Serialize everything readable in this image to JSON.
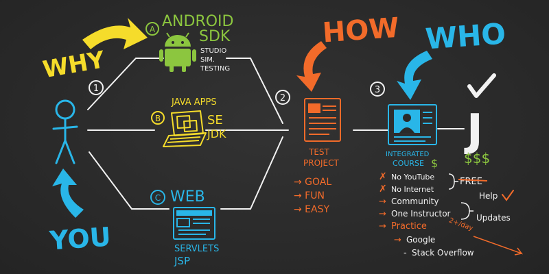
{
  "colors": {
    "background": "#2a2a2a",
    "yellow": "#f5dc2b",
    "green": "#8cc63f",
    "blue": "#29b6e8",
    "orange": "#f26b2a",
    "white": "#f2f2f2"
  },
  "headings": {
    "why": "WHY",
    "you": "YOU",
    "how": "HOW",
    "who": "WHO"
  },
  "android": {
    "marker": "A",
    "title": "ANDROID",
    "subtitle": "SDK",
    "notes": [
      "STUDIO",
      "SIM.",
      "TESTING"
    ],
    "icon": "android-robot-icon"
  },
  "java": {
    "marker": "B",
    "title": "JAVA APPS",
    "se": "SE",
    "jdk": "JDK",
    "icon": "laptop-icon"
  },
  "web": {
    "marker": "C",
    "title": "WEB",
    "servlets": "SERVLETS",
    "jsp": "JSP",
    "icon": "web-page-icon"
  },
  "steps": {
    "one": "1",
    "two": "2",
    "three": "3"
  },
  "project": {
    "label_line1": "TEST",
    "label_line2": "PROJECT",
    "items": [
      "→ GOAL",
      "→ FUN",
      "→ EASY"
    ],
    "icon": "document-icon"
  },
  "course": {
    "label_line1": "INTEGRATED",
    "label_line2": "COURSE",
    "dollar": "$",
    "icon": "course-screen-icon"
  },
  "job": {
    "letter": "J",
    "money": "$$$",
    "check": "check-icon"
  },
  "course_features": {
    "items": [
      {
        "mark": "✗",
        "text": "No YouTube"
      },
      {
        "mark": "✗",
        "text": "No Internet"
      },
      {
        "mark": "→",
        "text": "Community"
      },
      {
        "mark": "→",
        "text": "One Instructor"
      },
      {
        "mark": "→",
        "text": "Practice"
      },
      {
        "mark": "→",
        "text": "Google"
      },
      {
        "mark": "-",
        "text": "Stack Overflow"
      }
    ],
    "free": "FREE",
    "help": "Help",
    "updates": "Updates",
    "per_day": "2+/day"
  }
}
